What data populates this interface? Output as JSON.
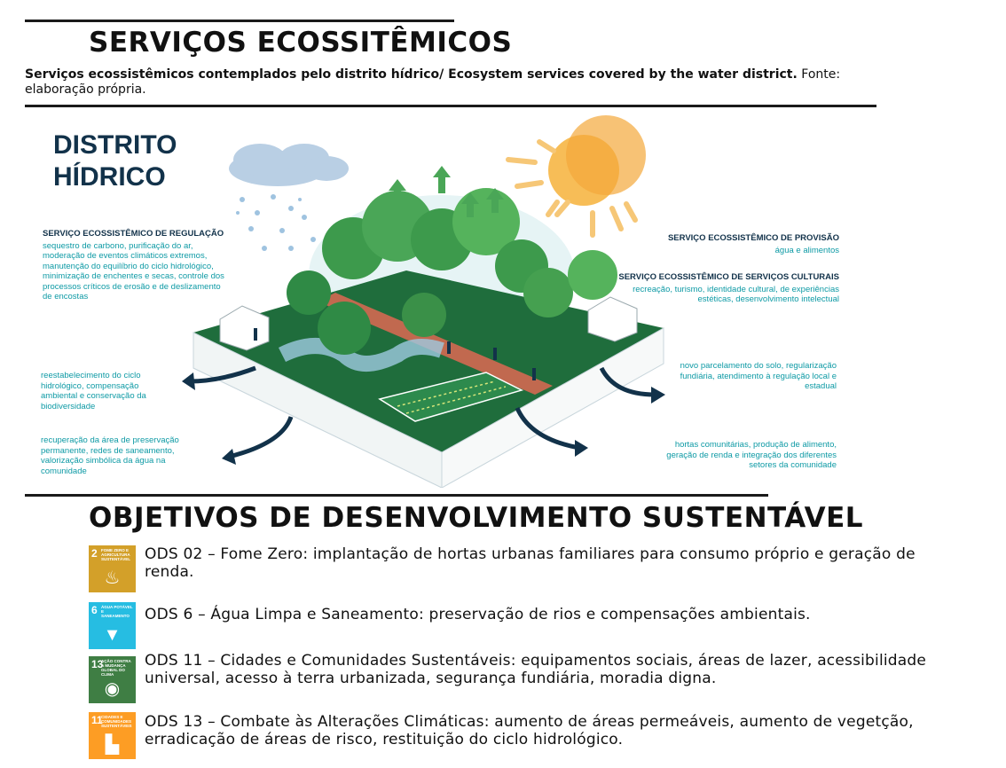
{
  "section1": {
    "title": "SERVIÇOS ECOSSITÊMICOS",
    "caption_bold": "Serviços ecossistêmicos contemplados pelo distrito hídrico/ Ecosystem services covered by the water district.",
    "caption_rest": " Fonte: elaboração própria."
  },
  "illustration": {
    "title_line1": "DISTRITO",
    "title_line2": "HÍDRICO",
    "regulation_head": "SERVIÇO ECOSSISTÊMICO DE REGULAÇÃO",
    "regulation_body": "sequestro de carbono, purificação do ar, moderação de eventos climáticos extremos, manutenção do equilíbrio do ciclo hidrológico, minimização de enchentes e secas, controle dos processos críticos de erosão e de deslizamento de encostas",
    "provision_head": "SERVIÇO ECOSSISTÊMICO DE PROVISÃO",
    "provision_body": "água e alimentos",
    "cultural_head": "SERVIÇO ECOSSISTÊMICO DE SERVIÇOS CULTURAIS",
    "cultural_body": "recreação, turismo, identidade cultural, de experiências estéticas, desenvolvimento intelectual",
    "left_note1": "reestabelecimento do ciclo hidrológico, compensação ambiental e conservação da biodiversidade",
    "left_note2": "recuperação da área de preservação permanente, redes de saneamento, valorização simbólica da água na comunidade",
    "right_note1": "novo parcelamento do solo, regularização fundiária, atendimento à regulação local e estadual",
    "right_note2": "hortas comunitárias, produção de alimento, geração de renda e integração dos diferentes setores da comunidade"
  },
  "section2": {
    "title": "OBJETIVOS DE DESENVOLVIMENTO SUSTENTÁVEL"
  },
  "ods": [
    {
      "num": "2",
      "label": "FOME ZERO E AGRICULTURA SUSTENTÁVEL",
      "color": "#d3a029",
      "icon": "bowl-icon",
      "glyph": "♨",
      "text": "ODS 02 – Fome Zero: implantação de hortas urbanas familiares para consumo próprio e geração de renda."
    },
    {
      "num": "6",
      "label": "ÁGUA POTÁVEL E SANEAMENTO",
      "color": "#26bde2",
      "icon": "water-glass-icon",
      "glyph": "▼",
      "text": "ODS 6 – Água Limpa e Saneamento: preservação de rios e compensações ambientais."
    },
    {
      "num": "13",
      "label": "AÇÃO CONTRA A MUDANÇA GLOBAL DO CLIMA",
      "color": "#3f7e44",
      "icon": "eye-globe-icon",
      "glyph": "◉",
      "text": "ODS 11 – Cidades e Comunidades Sustentáveis: equipamentos sociais, áreas de lazer, acessibilidade universal, acesso à terra urbanizada, segurança fundiária, moradia digna."
    },
    {
      "num": "11",
      "label": "CIDADES E COMUNIDADES SUSTENTÁVEIS",
      "color": "#fd9d24",
      "icon": "city-icon",
      "glyph": "▙",
      "text": "ODS 13 – Combate às Alterações Climáticas: aumento de áreas permeáveis, aumento de vegetção, erradicação de áreas de risco, restituição do ciclo hidrológico."
    }
  ]
}
